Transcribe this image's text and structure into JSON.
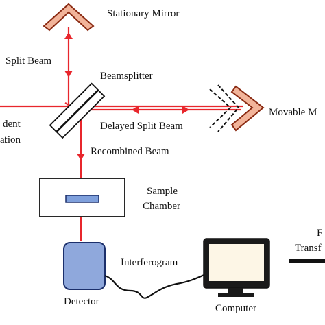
{
  "labels": {
    "stationary_mirror": "Stationary Mirror",
    "split_beam": "Split Beam",
    "beamsplitter": "Beamsplitter",
    "movable_mirror": "Movable M",
    "incident_line1": "dent",
    "incident_line2": "ation",
    "delayed_split_beam": "Delayed Split Beam",
    "recombined_beam": "Recombined Beam",
    "sample_chamber_line1": "Sample",
    "sample_chamber_line2": "Chamber",
    "interferogram": "Interferogram",
    "detector": "Detector",
    "computer": "Computer",
    "right_edge_line1": "F",
    "right_edge_line2": "Transf"
  },
  "colors": {
    "beam": "#e8262c",
    "mirror_fill": "#f2b49a",
    "mirror_stroke": "#8a2a12",
    "detector_fill": "#8fa8dc",
    "detector_stroke": "#1b2f6b",
    "monitor_screen": "#fdf6e6",
    "ink": "#111111"
  }
}
